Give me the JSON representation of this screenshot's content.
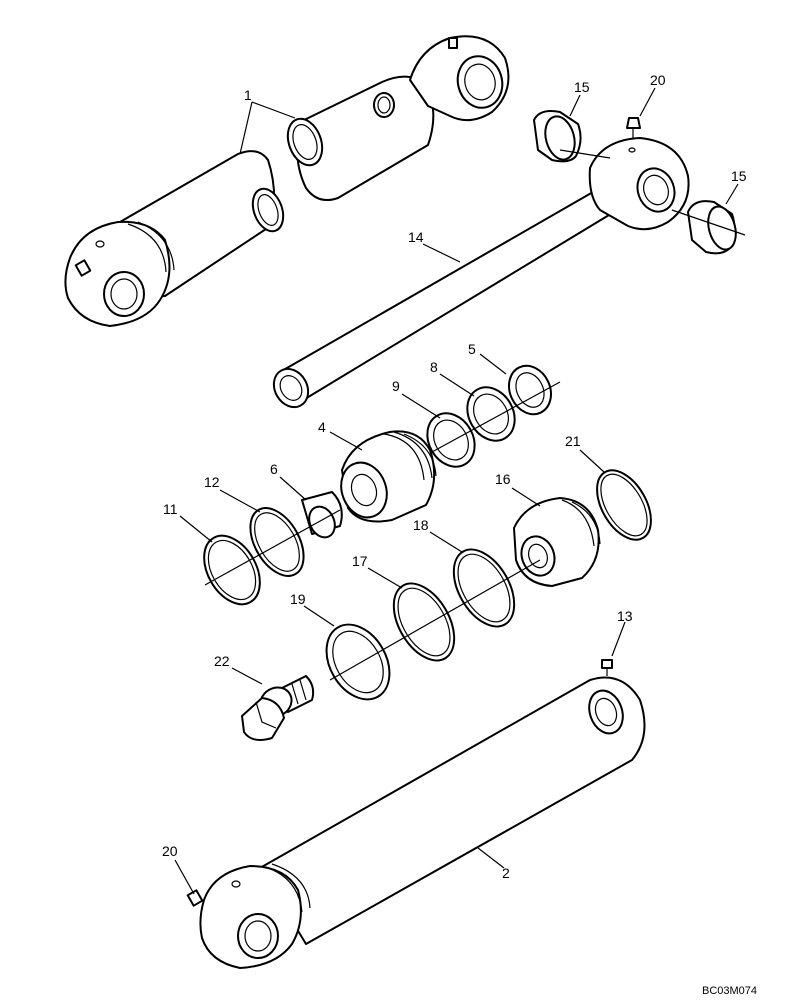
{
  "diagram": {
    "drawing_code": "BC03M074",
    "callouts": [
      "1",
      "2",
      "4",
      "5",
      "6",
      "8",
      "9",
      "11",
      "12",
      "13",
      "14",
      "15",
      "15",
      "16",
      "17",
      "18",
      "19",
      "20",
      "20",
      "21",
      "22"
    ]
  }
}
